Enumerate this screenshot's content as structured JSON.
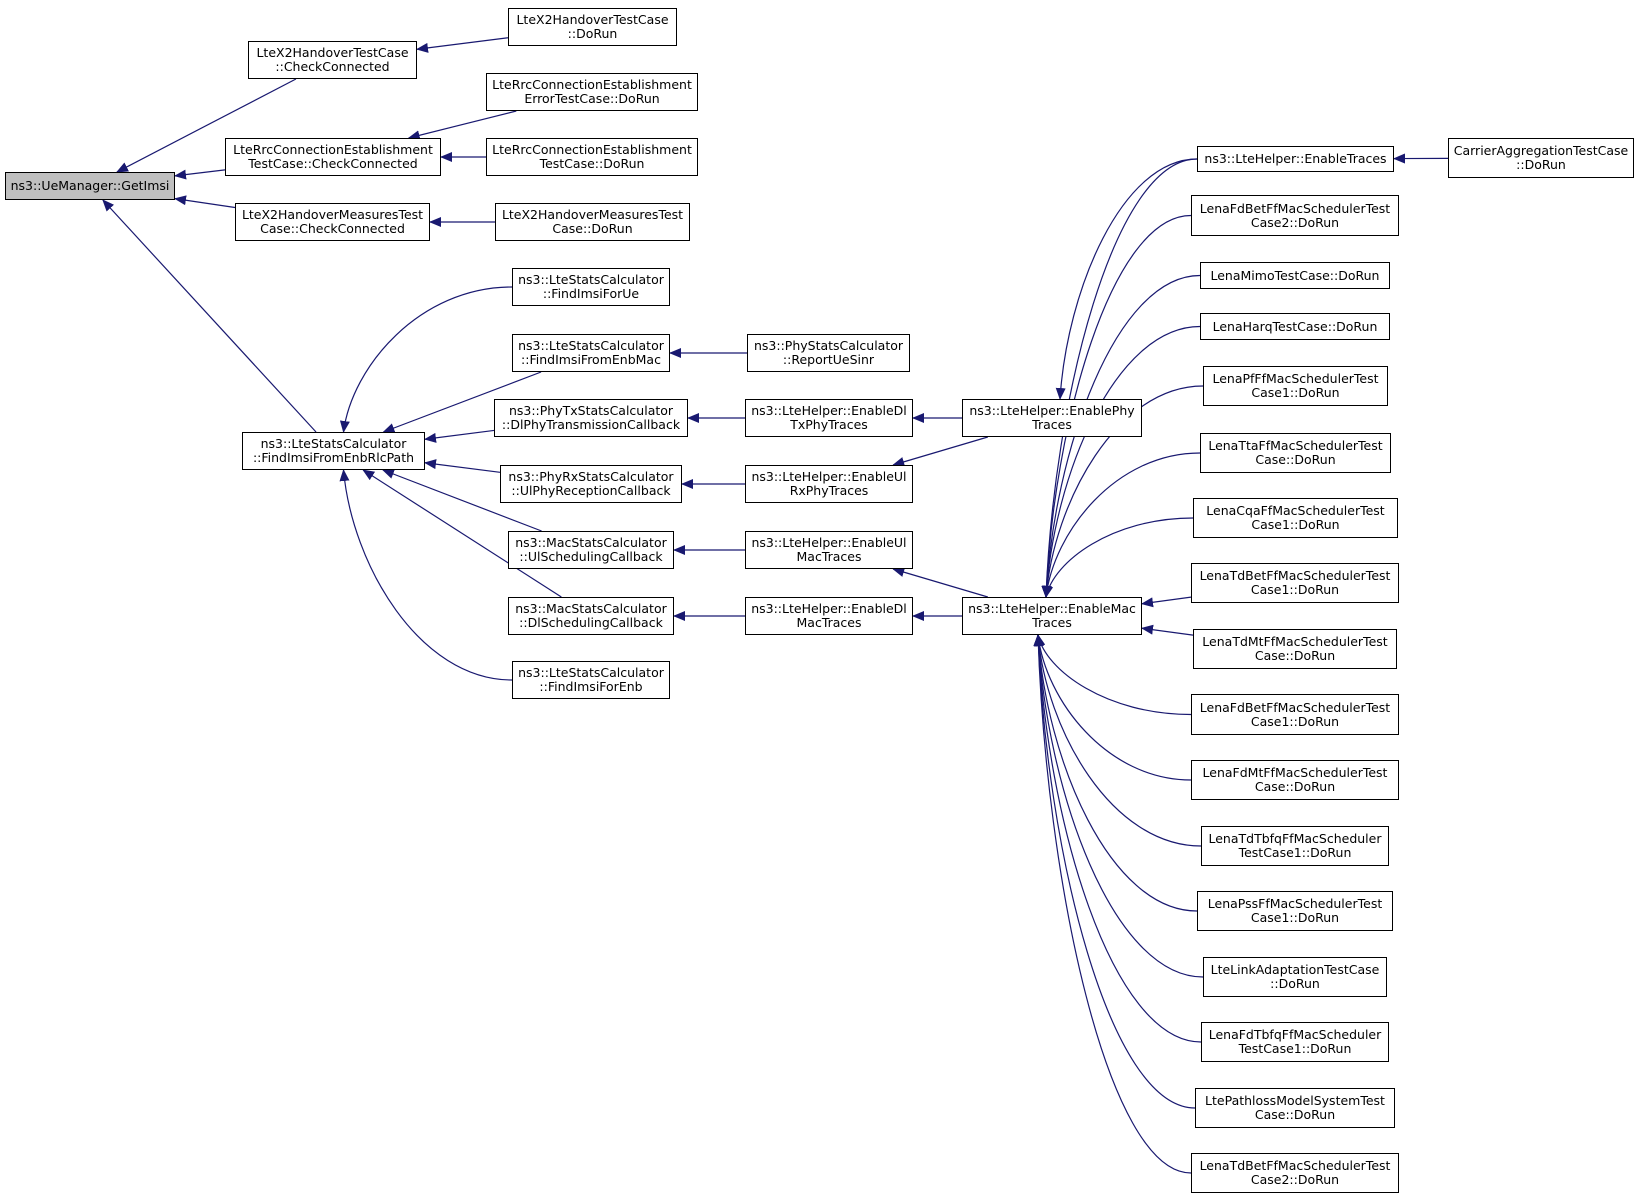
{
  "colors": {
    "edge": "#191970",
    "root_fill": "#bfbfbf",
    "node_fill": "#ffffff",
    "border": "#000000"
  },
  "nodes": {
    "get_imsi": [
      "ns3::UeManager::GetImsi"
    ],
    "x2ho_check": [
      "LteX2HandoverTestCase",
      "::CheckConnected"
    ],
    "x2ho_dorun": [
      "LteX2HandoverTestCase",
      "::DoRun"
    ],
    "rrc_check": [
      "LteRrcConnectionEstablishment",
      "TestCase::CheckConnected"
    ],
    "rrc_err_dorun": [
      "LteRrcConnectionEstablishment",
      "ErrorTestCase::DoRun"
    ],
    "rrc_dorun": [
      "LteRrcConnectionEstablishment",
      "TestCase::DoRun"
    ],
    "x2meas_check": [
      "LteX2HandoverMeasuresTest",
      "Case::CheckConnected"
    ],
    "x2meas_dorun": [
      "LteX2HandoverMeasuresTest",
      "Case::DoRun"
    ],
    "find_rlc": [
      "ns3::LteStatsCalculator",
      "::FindImsiFromEnbRlcPath"
    ],
    "find_ue": [
      "ns3::LteStatsCalculator",
      "::FindImsiForUe"
    ],
    "find_enbmac": [
      "ns3::LteStatsCalculator",
      "::FindImsiFromEnbMac"
    ],
    "report_sinr": [
      "ns3::PhyStatsCalculator",
      "::ReportUeSinr"
    ],
    "phytx": [
      "ns3::PhyTxStatsCalculator",
      "::DlPhyTransmissionCallback"
    ],
    "en_dltxphy": [
      "ns3::LteHelper::EnableDl",
      "TxPhyTraces"
    ],
    "phyrx": [
      "ns3::PhyRxStatsCalculator",
      "::UlPhyReceptionCallback"
    ],
    "en_ulrxphy": [
      "ns3::LteHelper::EnableUl",
      "RxPhyTraces"
    ],
    "en_phy": [
      "ns3::LteHelper::EnablePhy",
      "Traces"
    ],
    "mac_ul": [
      "ns3::MacStatsCalculator",
      "::UlSchedulingCallback"
    ],
    "en_ulmac": [
      "ns3::LteHelper::EnableUl",
      "MacTraces"
    ],
    "mac_dl": [
      "ns3::MacStatsCalculator",
      "::DlSchedulingCallback"
    ],
    "en_dlmac": [
      "ns3::LteHelper::EnableDl",
      "MacTraces"
    ],
    "en_mac": [
      "ns3::LteHelper::EnableMac",
      "Traces"
    ],
    "find_enb": [
      "ns3::LteStatsCalculator",
      "::FindImsiForEnb"
    ],
    "en_traces": [
      "ns3::LteHelper::EnableTraces"
    ],
    "carrier": [
      "CarrierAggregationTestCase",
      "::DoRun"
    ],
    "t_fdbet2": [
      "LenaFdBetFfMacSchedulerTest",
      "Case2::DoRun"
    ],
    "t_mimo": [
      "LenaMimoTestCase::DoRun"
    ],
    "t_harq": [
      "LenaHarqTestCase::DoRun"
    ],
    "t_pf1": [
      "LenaPfFfMacSchedulerTest",
      "Case1::DoRun"
    ],
    "t_tta": [
      "LenaTtaFfMacSchedulerTest",
      "Case::DoRun"
    ],
    "t_cqa1": [
      "LenaCqaFfMacSchedulerTest",
      "Case1::DoRun"
    ],
    "t_tdbet1": [
      "LenaTdBetFfMacSchedulerTest",
      "Case1::DoRun"
    ],
    "t_tdmt": [
      "LenaTdMtFfMacSchedulerTest",
      "Case::DoRun"
    ],
    "t_fdbet1": [
      "LenaFdBetFfMacSchedulerTest",
      "Case1::DoRun"
    ],
    "t_fdmt": [
      "LenaFdMtFfMacSchedulerTest",
      "Case::DoRun"
    ],
    "t_tdtbfq1": [
      "LenaTdTbfqFfMacScheduler",
      "TestCase1::DoRun"
    ],
    "t_pss1": [
      "LenaPssFfMacSchedulerTest",
      "Case1::DoRun"
    ],
    "t_linkad": [
      "LteLinkAdaptationTestCase",
      "::DoRun"
    ],
    "t_fdtbfq1": [
      "LenaFdTbfqFfMacScheduler",
      "TestCase1::DoRun"
    ],
    "t_pathloss": [
      "LtePathlossModelSystemTest",
      "Case::DoRun"
    ],
    "t_tdbet2": [
      "LenaTdBetFfMacSchedulerTest",
      "Case2::DoRun"
    ]
  },
  "edges": [
    [
      "x2ho_check",
      "get_imsi"
    ],
    [
      "rrc_check",
      "get_imsi"
    ],
    [
      "x2meas_check",
      "get_imsi"
    ],
    [
      "find_rlc",
      "get_imsi"
    ],
    [
      "x2ho_dorun",
      "x2ho_check"
    ],
    [
      "rrc_err_dorun",
      "rrc_check"
    ],
    [
      "rrc_dorun",
      "rrc_check"
    ],
    [
      "x2meas_dorun",
      "x2meas_check"
    ],
    [
      "find_ue",
      "find_rlc"
    ],
    [
      "find_enbmac",
      "find_rlc"
    ],
    [
      "phytx",
      "find_rlc"
    ],
    [
      "phyrx",
      "find_rlc"
    ],
    [
      "mac_ul",
      "find_rlc"
    ],
    [
      "mac_dl",
      "find_rlc"
    ],
    [
      "find_enb",
      "find_rlc"
    ],
    [
      "report_sinr",
      "find_enbmac"
    ],
    [
      "en_dltxphy",
      "phytx"
    ],
    [
      "en_ulrxphy",
      "phyrx"
    ],
    [
      "en_ulmac",
      "mac_ul"
    ],
    [
      "en_dlmac",
      "mac_dl"
    ],
    [
      "en_phy",
      "en_dltxphy"
    ],
    [
      "en_phy",
      "en_ulrxphy"
    ],
    [
      "en_mac",
      "en_ulmac"
    ],
    [
      "en_mac",
      "en_dlmac"
    ],
    [
      "en_traces",
      "en_phy"
    ],
    [
      "en_traces",
      "en_mac"
    ],
    [
      "carrier",
      "en_traces"
    ],
    [
      "t_fdbet2",
      "en_mac"
    ],
    [
      "t_mimo",
      "en_mac"
    ],
    [
      "t_harq",
      "en_mac"
    ],
    [
      "t_pf1",
      "en_mac"
    ],
    [
      "t_tta",
      "en_mac"
    ],
    [
      "t_cqa1",
      "en_mac"
    ],
    [
      "t_tdbet1",
      "en_mac"
    ],
    [
      "t_tdmt",
      "en_mac"
    ],
    [
      "t_fdbet1",
      "en_mac"
    ],
    [
      "t_fdmt",
      "en_mac"
    ],
    [
      "t_tdtbfq1",
      "en_mac"
    ],
    [
      "t_pss1",
      "en_mac"
    ],
    [
      "t_linkad",
      "en_mac"
    ],
    [
      "t_fdtbfq1",
      "en_mac"
    ],
    [
      "t_pathloss",
      "en_mac"
    ],
    [
      "t_tdbet2",
      "en_mac"
    ]
  ]
}
